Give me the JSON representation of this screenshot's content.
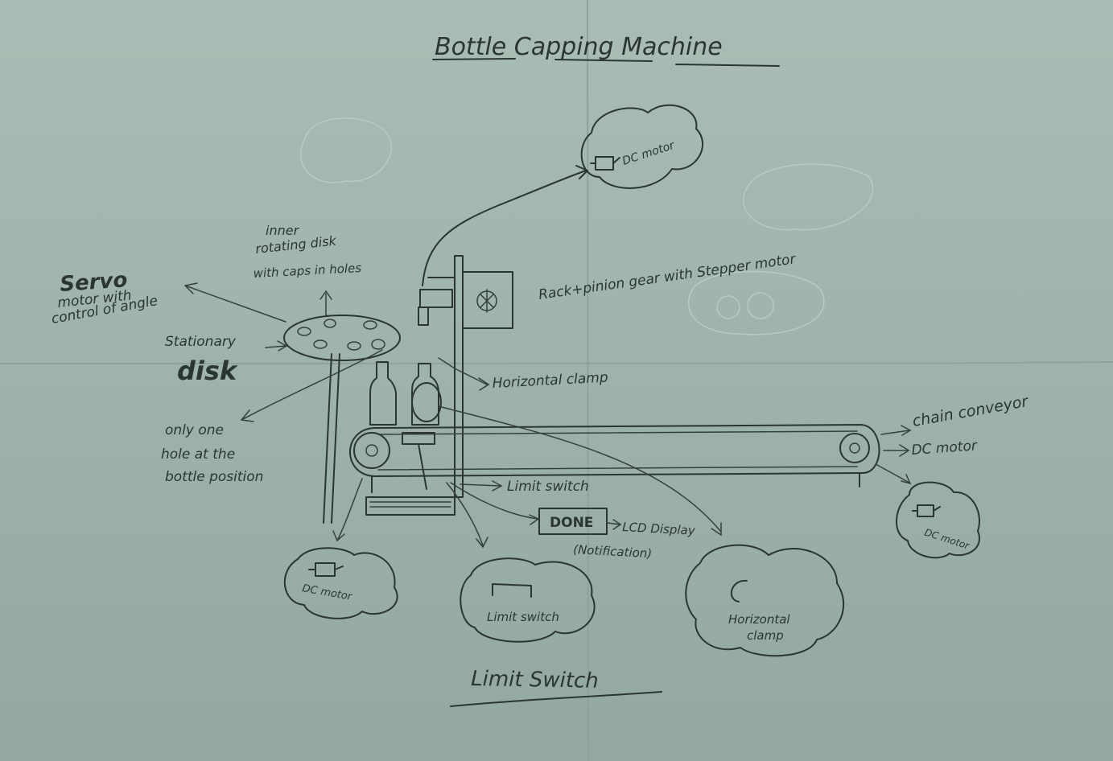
{
  "title": "Bottle Capping Machine",
  "footer_title": "Limit Switch",
  "labels": {
    "servo": "Servo",
    "servo_sub1": "motor with",
    "servo_sub2": "control of angle",
    "inner_disk_1": "inner",
    "inner_disk_2": "rotating disk",
    "inner_disk_3": "with caps in holes",
    "stationary": "Stationary",
    "disk": "disk",
    "only_one_1": "only one",
    "only_one_2": "hole at the",
    "only_one_3": "bottle position",
    "rack_pinion": "Rack+pinion gear with Stepper motor",
    "horizontal_clamp": "Horizontal clamp",
    "chain_conveyor": "chain conveyor",
    "dc_motor_arrow": "DC motor",
    "limit_switch_arrow": "Limit switch",
    "lcd_display": "LCD Display",
    "notification": "(Notification)",
    "done": "DONE"
  },
  "clouds": {
    "top_dc_motor": "DC motor",
    "right_dc_motor": "DC motor",
    "bottom_dc_motor": "DC motor",
    "limit_switch": "Limit switch",
    "horizontal_clamp_1": "Horizontal",
    "horizontal_clamp_2": "clamp"
  },
  "colors": {
    "paper": "#a9bdb4",
    "ink": "#2b3633"
  }
}
